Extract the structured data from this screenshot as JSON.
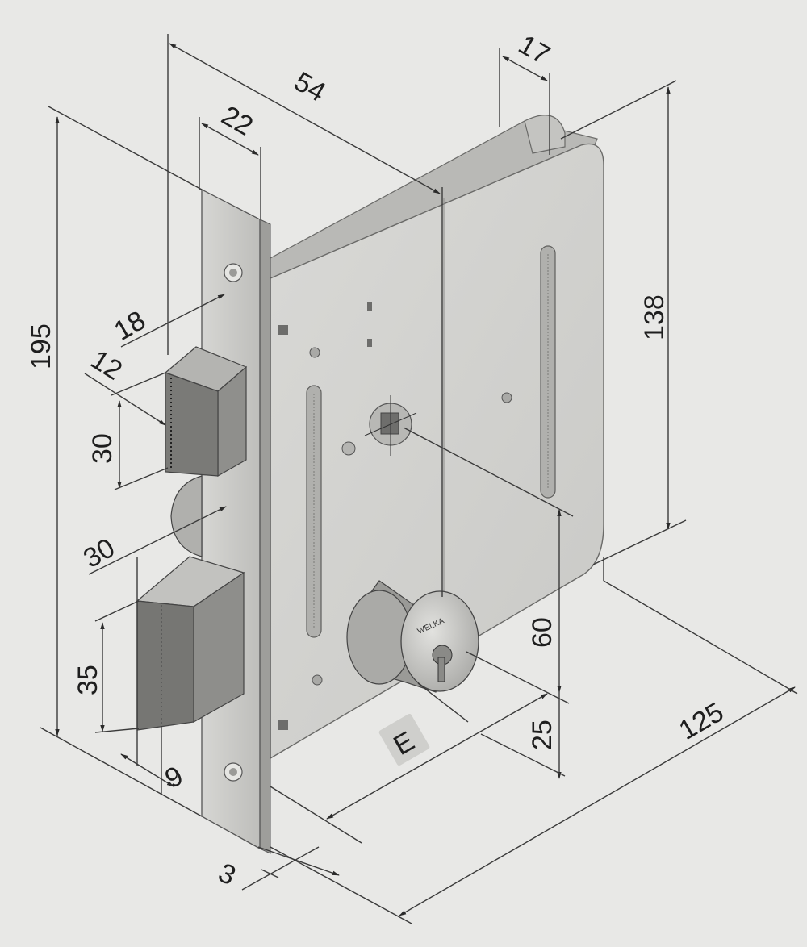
{
  "diagram": {
    "dimensions": {
      "d195": "195",
      "d54": "54",
      "d22": "22",
      "d17": "17",
      "d138": "138",
      "d18": "18",
      "d12": "12",
      "d30_latch": "30",
      "d30_gap": "30",
      "d35": "35",
      "d9": "9",
      "d3": "3",
      "d60": "60",
      "d25": "25",
      "d125": "125"
    },
    "backset_label": "E",
    "cylinder_brand": "WELKA"
  }
}
